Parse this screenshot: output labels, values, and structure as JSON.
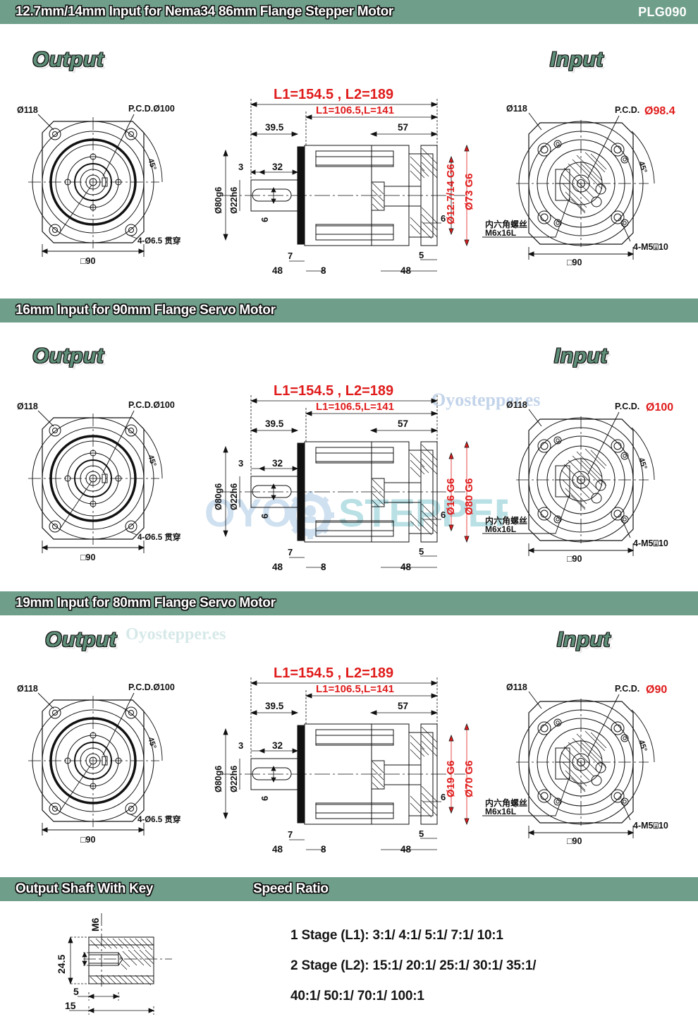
{
  "model_code": "PLG090",
  "sections": [
    {
      "bar_title": "12.7mm/14mm Input for Nema34 86mm Flange Stepper Motor",
      "output_label": "Output",
      "input_label": "Input",
      "output_view": {
        "dia_outer": "Ø118",
        "pcd": "P.C.D.Ø100",
        "angle": "45°",
        "square": "□90",
        "holes": "4-Ø6.5 貫穿"
      },
      "side_view": {
        "total_len_top": "L1=154.5 , L2=189",
        "total_len_sub": "L1=106.5,L=141",
        "d_395": "39.5",
        "d_57": "57",
        "d_3": "3",
        "d_32": "32",
        "d_6_shaft": "6",
        "d_7": "7",
        "d_48_left": "48",
        "d_8": "8",
        "d_5": "5",
        "d_48_right": "48",
        "d_6_right": "6",
        "shaft_od": "Ø80g6",
        "shaft_key": "Ø22h6",
        "bore": "Ø12.7/14 G6",
        "pilot": "Ø73 G6",
        "screw_cn": "内六角螺丝",
        "screw_spec": "M6x16L"
      },
      "input_view": {
        "dia_outer": "Ø118",
        "pcd_prefix": "P.C.D.",
        "pcd_value": "Ø98.4",
        "angle": "45°",
        "square": "□90",
        "holes": "4-M5⌇10"
      }
    },
    {
      "bar_title": "16mm Input for 90mm Flange Servo Motor",
      "output_label": "Output",
      "input_label": "Input",
      "output_view": {
        "dia_outer": "Ø118",
        "pcd": "P.C.D.Ø100",
        "angle": "45°",
        "square": "□90",
        "holes": "4-Ø6.5 貫穿"
      },
      "side_view": {
        "total_len_top": "L1=154.5 , L2=189",
        "total_len_sub": "L1=106.5,L=141",
        "d_395": "39.5",
        "d_57": "57",
        "d_3": "3",
        "d_32": "32",
        "d_6_shaft": "6",
        "d_7": "7",
        "d_48_left": "48",
        "d_8": "8",
        "d_5": "5",
        "d_48_right": "48",
        "d_6_right": "6",
        "shaft_od": "Ø80g6",
        "shaft_key": "Ø22h6",
        "bore": "Ø16 G6",
        "pilot": "Ø80 G6",
        "screw_cn": "内六角螺丝",
        "screw_spec": "M6x16L"
      },
      "input_view": {
        "dia_outer": "Ø118",
        "pcd_prefix": "P.C.D.",
        "pcd_value": "Ø100",
        "angle": "45°",
        "square": "□90",
        "holes": "4-M5⌇10"
      }
    },
    {
      "bar_title": "19mm Input for 80mm Flange Servo Motor",
      "output_label": "Output",
      "input_label": "Input",
      "output_view": {
        "dia_outer": "Ø118",
        "pcd": "P.C.D.Ø100",
        "angle": "45°",
        "square": "□90",
        "holes": "4-Ø6.5 貫穿"
      },
      "side_view": {
        "total_len_top": "L1=154.5 , L2=189",
        "total_len_sub": "L1=106.5,L=141",
        "d_395": "39.5",
        "d_57": "57",
        "d_3": "3",
        "d_32": "32",
        "d_6_shaft": "6",
        "d_7": "7",
        "d_48_left": "48",
        "d_8": "8",
        "d_5": "5",
        "d_48_right": "48",
        "d_6_right": "6",
        "shaft_od": "Ø80g6",
        "shaft_key": "Ø22h6",
        "bore": "Ø19 G6",
        "pilot": "Ø70 G6",
        "screw_cn": "内六角螺丝",
        "screw_spec": "M6x16L"
      },
      "input_view": {
        "dia_outer": "Ø118",
        "pcd_prefix": "P.C.D.",
        "pcd_value": "Ø90",
        "angle": "45°",
        "square": "□90",
        "holes": "4-M5⌇10"
      }
    }
  ],
  "bottom": {
    "shaft_bar_title": "Output Shaft With Key",
    "ratio_bar_title": "Speed Ratio",
    "shaft_detail": {
      "thread": "M6",
      "height": "24.5",
      "d5": "5",
      "d15": "15"
    },
    "ratios": [
      "1 Stage (L1): 3:1/ 4:1/ 5:1/ 7:1/ 10:1",
      "2 Stage (L2): 15:1/ 20:1/ 25:1/ 30:1/ 35:1/",
      "40:1/ 50:1/ 70:1/ 100:1"
    ]
  },
  "watermarks": {
    "text_1": "Oyostepper.es",
    "text_2": "Oyostepper.es",
    "logo_oyo": "OYO",
    "logo_stepper": "STEPPER"
  },
  "colors": {
    "bar_green": "#6f9e8a",
    "label_green": "#5e8f78",
    "dim_red": "#e01b1b",
    "line_black": "#111111",
    "watermark_blue": "#c3d4ea",
    "watermark_cyan": "#bfe3ea"
  }
}
